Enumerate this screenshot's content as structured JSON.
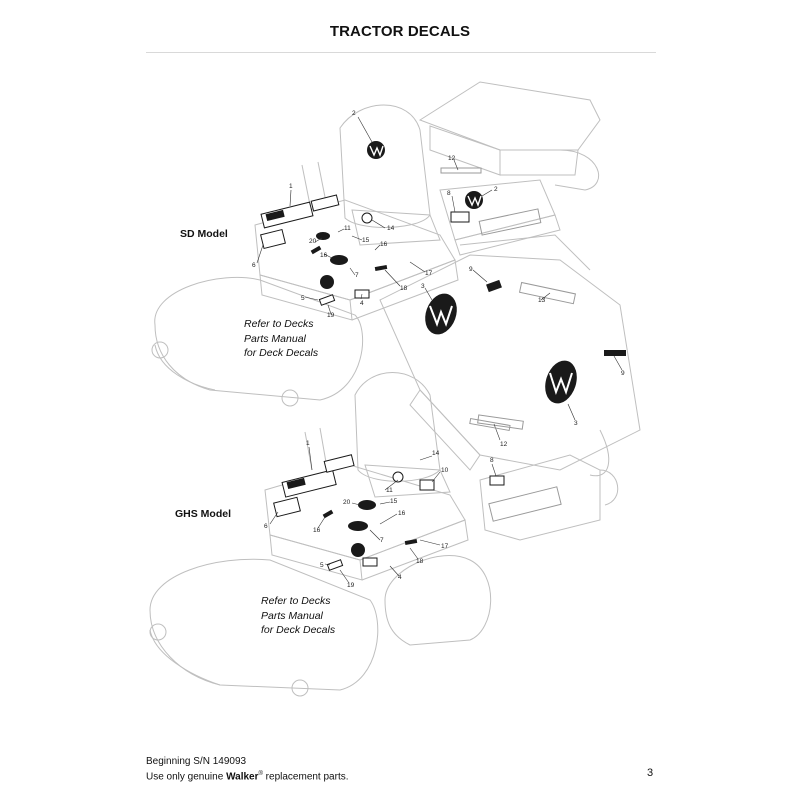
{
  "page": {
    "title": "TRACTOR DECALS",
    "models": {
      "sd": "SD Model",
      "ghs": "GHS Model"
    },
    "deck_note_sd": [
      "Refer to Decks",
      "Parts Manual",
      "for Deck Decals"
    ],
    "deck_note_ghs": [
      "Refer to Decks",
      "Parts Manual",
      "for Deck Decals"
    ],
    "footer": {
      "serial": "Beginning S/N 149093",
      "use_prefix": "Use only genuine ",
      "brand": "Walker",
      "reg": "®",
      "use_suffix": " replacement parts."
    },
    "page_number": "3"
  },
  "callouts_sd": [
    "2",
    "12",
    "1",
    "8",
    "2",
    "11",
    "14",
    "15",
    "16",
    "20",
    "16",
    "6",
    "7",
    "17",
    "9",
    "18",
    "3",
    "13",
    "5",
    "4",
    "19",
    "9",
    "3",
    "12"
  ],
  "callouts_ghs": [
    "1",
    "14",
    "10",
    "8",
    "11",
    "20",
    "15",
    "16",
    "6",
    "16",
    "7",
    "17",
    "18",
    "5",
    "4",
    "19"
  ]
}
